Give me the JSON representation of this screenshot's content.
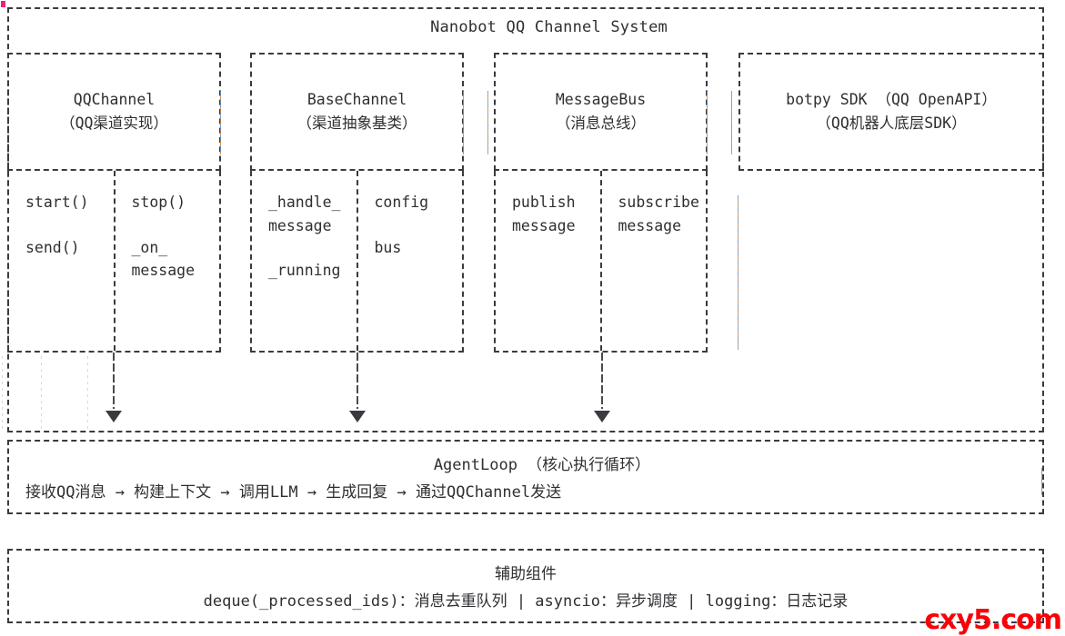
{
  "diagram": {
    "title": "Nanobot QQ Channel System",
    "components": [
      {
        "name": "QQChannel",
        "cn": "（QQ渠道实现）",
        "methods_left": [
          "start()",
          "send()"
        ],
        "methods_right": [
          "stop()",
          "_on_\nmessage"
        ],
        "has_methods": true,
        "has_arrow": true
      },
      {
        "name": "BaseChannel",
        "cn": "（渠道抽象基类）",
        "methods_left": [
          "_handle_\nmessage",
          "_running"
        ],
        "methods_right": [
          "config",
          "bus"
        ],
        "has_methods": true,
        "has_arrow": true
      },
      {
        "name": "MessageBus",
        "cn": "（消息总线）",
        "methods_left": [
          "publish\nmessage"
        ],
        "methods_right": [
          "subscribe\nmessage"
        ],
        "has_methods": true,
        "has_arrow": true
      },
      {
        "name": "botpy SDK （QQ OpenAPI）",
        "cn": "（QQ机器人底层SDK）",
        "methods_left": [],
        "methods_right": [],
        "has_methods": false,
        "has_arrow": false
      }
    ],
    "agentloop": {
      "title": "AgentLoop （核心执行循环）",
      "flow": "接收QQ消息 → 构建上下文 → 调用LLM → 生成回复 → 通过QQChannel发送"
    },
    "helpers": {
      "title": "辅助组件",
      "items": "deque(_processed_ids)：消息去重队列  |  asyncio：异步调度  |  logging：日志记录"
    },
    "watermark": "cxy5.com",
    "colors": {
      "stroke": "#3a3a40",
      "text": "#2f2f33",
      "watermark": "#fb0007",
      "ghost_blue": "#6b93c9",
      "ghost_orange": "#c98a4a"
    }
  }
}
